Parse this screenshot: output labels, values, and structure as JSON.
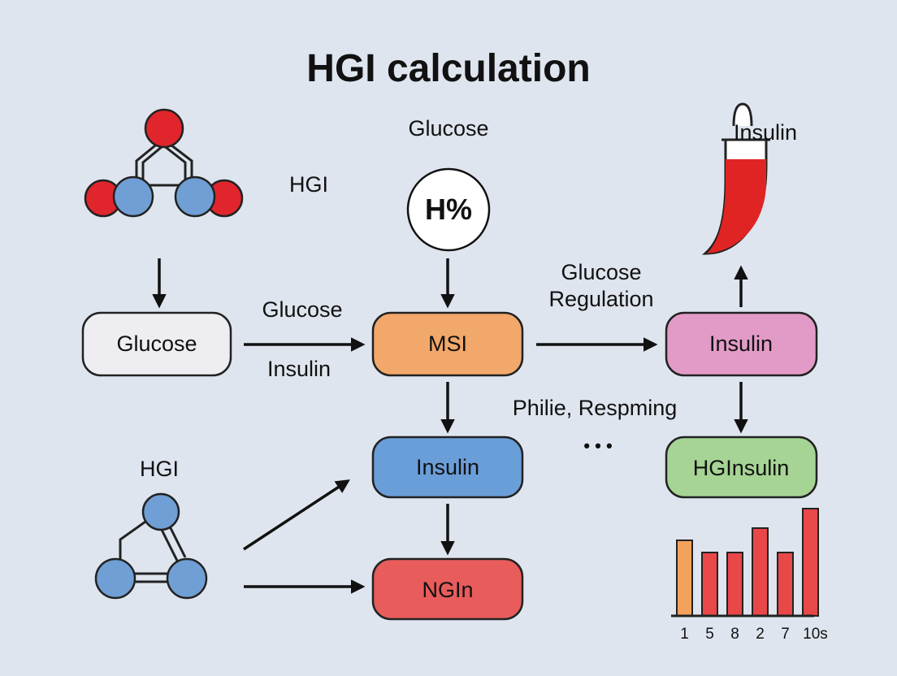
{
  "title": "HGI calculation",
  "labels": {
    "glucose_top": "Glucose",
    "hgi_top": "HGI",
    "insulin_tube": "Insulin",
    "glucose_regulation_line1": "Glucose",
    "glucose_regulation_line2": "Regulation",
    "arrow_glucose": "Glucose",
    "arrow_insulin": "Insulin",
    "philie": "Philie, Respming",
    "ellipsis": "• • •",
    "hgi_bottom": "HGI"
  },
  "circle_node": {
    "text": "H%"
  },
  "boxes": {
    "glucose": {
      "text": "Glucose",
      "fill": "#eeeef2"
    },
    "msi": {
      "text": "MSI",
      "fill": "#f2a86a"
    },
    "insulin_pink": {
      "text": "Insulin",
      "fill": "#e29bc7"
    },
    "insulin_blue": {
      "text": "Insulin",
      "fill": "#6a9ed8"
    },
    "hginsulin": {
      "text": "HGInsulin",
      "fill": "#a5d494"
    },
    "ngin": {
      "text": "NGIn",
      "fill": "#e85c5c"
    }
  },
  "colors": {
    "background": "#dfe5ee",
    "atom_red": "#e0262c",
    "atom_blue": "#6f9fd4",
    "tube_fill": "#e02424"
  },
  "chart_data": {
    "type": "bar",
    "categories": [
      "1",
      "5",
      "8",
      "2",
      "7",
      "10s"
    ],
    "values": [
      62,
      52,
      52,
      72,
      52,
      88
    ],
    "colors": [
      "#f2a25c",
      "#e84848",
      "#e84848",
      "#e84848",
      "#e84848",
      "#e84848"
    ],
    "ylim": [
      0,
      100
    ],
    "grid": false
  }
}
